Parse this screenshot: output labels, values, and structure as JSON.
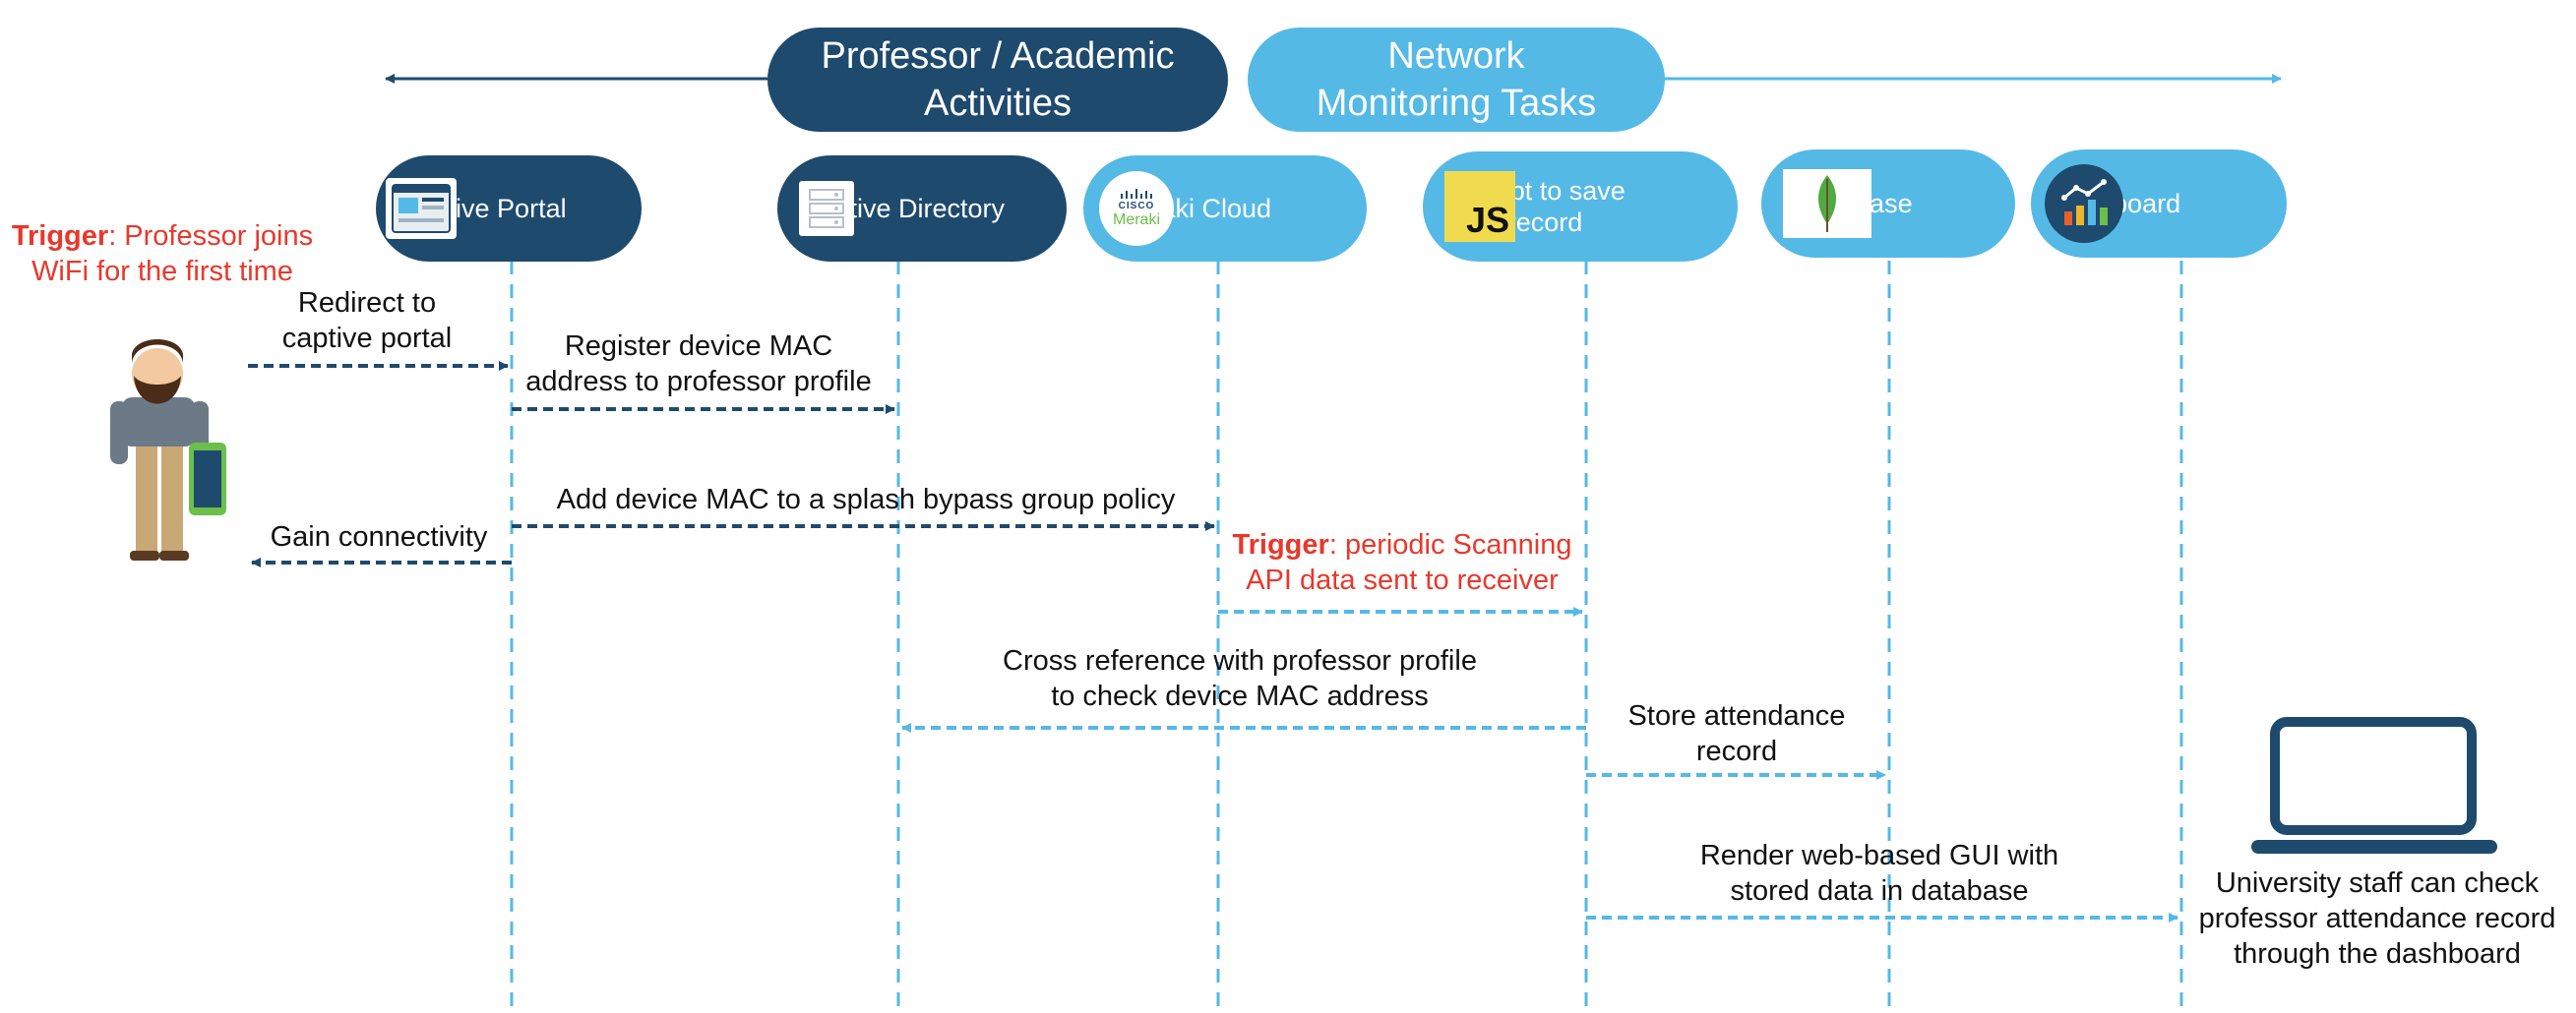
{
  "header": {
    "left_label": "Professor / Academic Activities",
    "right_label_line1": "Network",
    "right_label_line2": "Monitoring Tasks"
  },
  "colors": {
    "dark_blue": "#1e4a6e",
    "light_blue": "#55b9e6",
    "trigger_red": "#e8382c",
    "js_yellow": "#f0db4f"
  },
  "actors": {
    "captive_portal": {
      "label": "Captive Portal",
      "icon": "web-page-icon"
    },
    "active_directory": {
      "label": "Active Directory",
      "icon": "server-icon"
    },
    "meraki_cloud": {
      "label": "Meraki Cloud",
      "icon": "cisco-meraki-logo",
      "logo_cisco": "CISCO",
      "logo_meraki": "Meraki"
    },
    "script": {
      "label_line1": "Script to save",
      "label_line2": "record",
      "icon": "javascript-logo",
      "logo_text": "JS"
    },
    "database": {
      "label": "Database",
      "icon": "mongodb-leaf-icon"
    },
    "dashboard": {
      "label": "Dashboard",
      "icon": "analytics-chart-icon"
    }
  },
  "triggers": {
    "professor": {
      "prefix": "Trigger",
      "line1_rest": ": Professor joins",
      "line2": "WiFi for the first time"
    },
    "scanning": {
      "prefix": "Trigger",
      "line1_rest": ": periodic Scanning",
      "line2": "API data sent to receiver"
    }
  },
  "messages": {
    "redirect": {
      "line1": "Redirect to",
      "line2": "captive portal"
    },
    "register": {
      "line1": "Register device MAC",
      "line2": "address to professor profile"
    },
    "bypass": {
      "line1": "Add device MAC to a splash bypass group policy"
    },
    "connectivity": {
      "line1": "Gain connectivity"
    },
    "crossref": {
      "line1": "Cross reference with professor profile",
      "line2": "to check device MAC address"
    },
    "store": {
      "line1": "Store attendance",
      "line2": "record"
    },
    "render": {
      "line1": "Render web-based GUI with",
      "line2": "stored data in database"
    }
  },
  "staff_note": {
    "line1": "University staff can check",
    "line2": "professor attendance record",
    "line3": "through the dashboard",
    "icon": "laptop-icon"
  },
  "professor_figure": {
    "icon": "professor-with-phone-icon"
  }
}
